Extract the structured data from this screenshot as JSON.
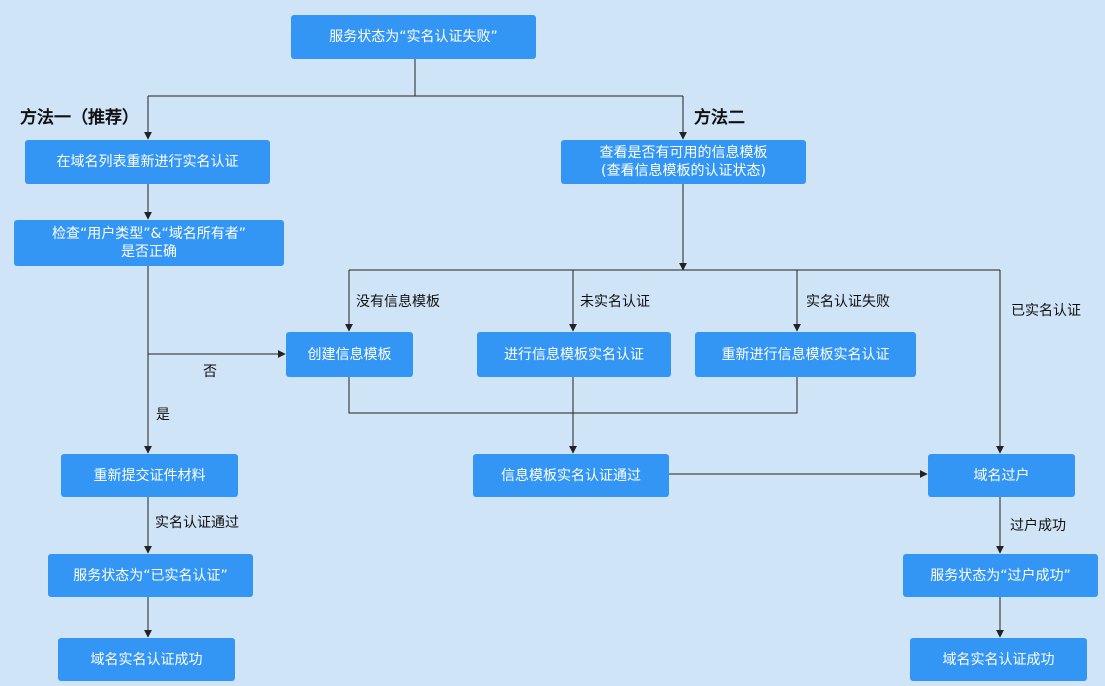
{
  "nodes": {
    "status_failed": "服务状态为“实名认证失败”",
    "reverify_in_list": "在域名列表重新进行实名认证",
    "check_line1": "检查“用户类型”&“域名所有者”",
    "check_line2": "是否正确",
    "resubmit": "重新提交证件材料",
    "status_verified": "服务状态为“已实名认证”",
    "domain_verify_success_left": "域名实名认证成功",
    "view_template_line1": "查看是否有可用的信息模板",
    "view_template_line2": "(查看信息模板的认证状态)",
    "create_template": "创建信息模板",
    "verify_template": "进行信息模板实名认证",
    "reverify_template": "重新进行信息模板实名认证",
    "template_verified": "信息模板实名认证通过",
    "domain_transfer": "域名过户",
    "status_transfer_success": "服务状态为“过户成功”",
    "domain_verify_success_right": "域名实名认证成功"
  },
  "headings": {
    "method1": "方法一（推荐）",
    "method2": "方法二"
  },
  "edge_labels": {
    "no": "否",
    "yes": "是",
    "verify_passed": "实名认证通过",
    "no_template": "没有信息模板",
    "not_verified": "未实名认证",
    "verify_failed": "实名认证失败",
    "already_verified": "已实名认证",
    "transfer_success": "过户成功"
  }
}
